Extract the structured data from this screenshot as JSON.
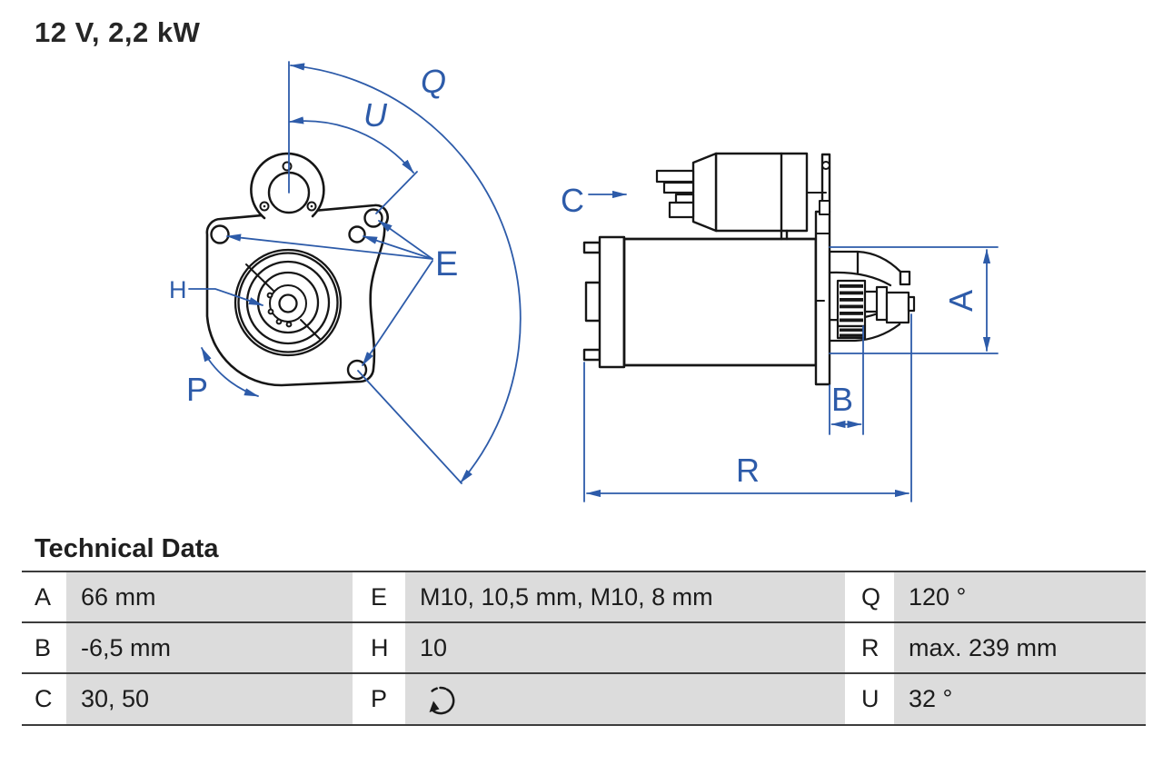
{
  "page": {
    "title": "12 V, 2,2 kW"
  },
  "drawing": {
    "colors": {
      "dimension_blue": "#2d5ba9",
      "outline_black": "#161616"
    },
    "front_view": {
      "labels": {
        "q": "Q",
        "u": "U",
        "e": "E",
        "h": "H",
        "p": "P"
      }
    },
    "side_view": {
      "labels": {
        "c": "C",
        "a": "A",
        "b": "B",
        "r": "R"
      }
    }
  },
  "technical_data": {
    "heading": "Technical Data",
    "rows": [
      {
        "cells": [
          {
            "key": "A",
            "value": "66 mm"
          },
          {
            "key": "E",
            "value": "M10, 10,5 mm, M10, 8 mm"
          },
          {
            "key": "Q",
            "value": "120 °"
          }
        ]
      },
      {
        "cells": [
          {
            "key": "B",
            "value": "-6,5 mm"
          },
          {
            "key": "H",
            "value": "10"
          },
          {
            "key": "R",
            "value": "max. 239 mm"
          }
        ]
      },
      {
        "cells": [
          {
            "key": "C",
            "value": "30, 50"
          },
          {
            "key": "P",
            "value": "",
            "value_icon": "rotation-direction-icon"
          },
          {
            "key": "U",
            "value": "32 °"
          }
        ]
      }
    ]
  }
}
